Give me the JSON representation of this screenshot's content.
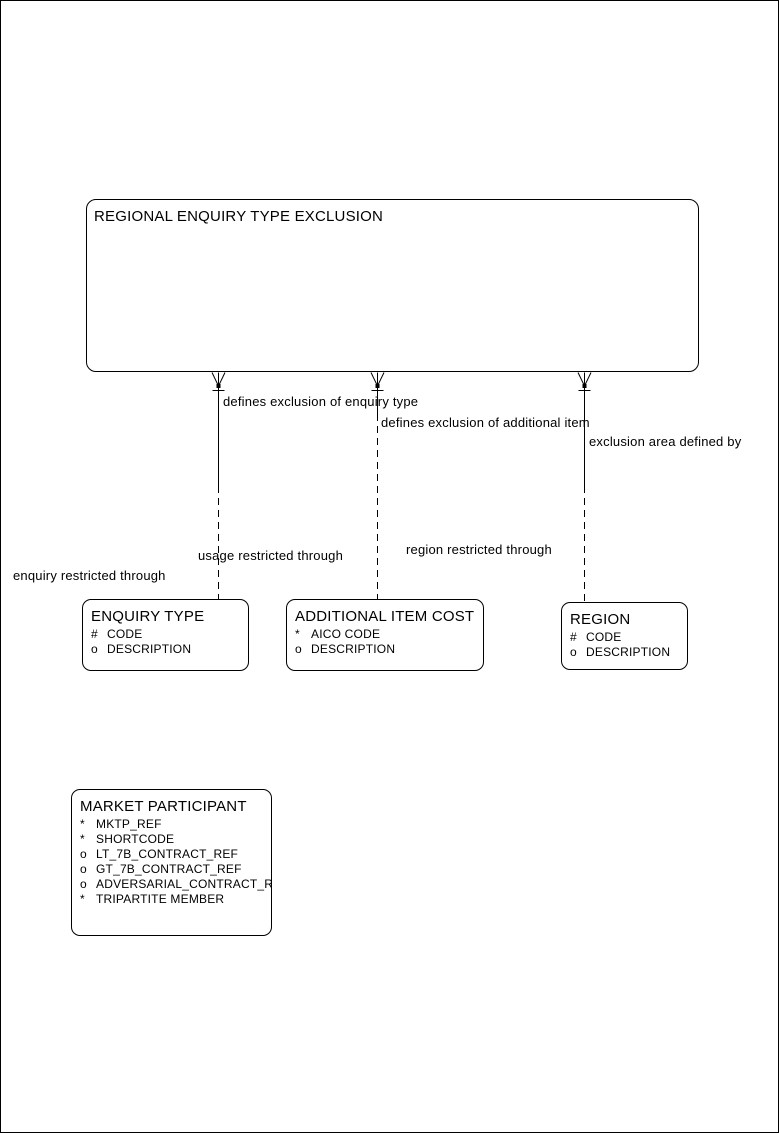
{
  "page": {
    "ink_color": "#000000",
    "paper_color": "#ffffff"
  },
  "diagram": {
    "root_entity": {
      "title": "REGIONAL ENQUIRY TYPE EXCLUSION"
    },
    "relationships": [
      {
        "top_label": "defines exclusion of enquiry type",
        "bottom_label": "enquiry restricted through"
      },
      {
        "top_label": "defines exclusion of additional item",
        "bottom_label": "usage restricted through"
      },
      {
        "top_label": "exclusion area defined by",
        "bottom_label": "region restricted through"
      }
    ],
    "entities": [
      {
        "title": "ENQUIRY TYPE",
        "attributes": [
          {
            "marker": "#",
            "name": "CODE"
          },
          {
            "marker": "o",
            "name": "DESCRIPTION"
          }
        ]
      },
      {
        "title": "ADDITIONAL ITEM COST",
        "attributes": [
          {
            "marker": "*",
            "name": "AICO CODE"
          },
          {
            "marker": "o",
            "name": "DESCRIPTION"
          }
        ]
      },
      {
        "title": "REGION",
        "attributes": [
          {
            "marker": "#",
            "name": "CODE"
          },
          {
            "marker": "o",
            "name": "DESCRIPTION"
          }
        ]
      },
      {
        "title": "MARKET PARTICIPANT",
        "attributes": [
          {
            "marker": "*",
            "name": "MKTP_REF"
          },
          {
            "marker": "*",
            "name": "SHORTCODE"
          },
          {
            "marker": "o",
            "name": "LT_7B_CONTRACT_REF"
          },
          {
            "marker": "o",
            "name": "GT_7B_CONTRACT_REF"
          },
          {
            "marker": "o",
            "name": "ADVERSARIAL_CONTRACT_REF"
          },
          {
            "marker": "*",
            "name": "TRIPARTITE MEMBER"
          }
        ]
      }
    ]
  }
}
